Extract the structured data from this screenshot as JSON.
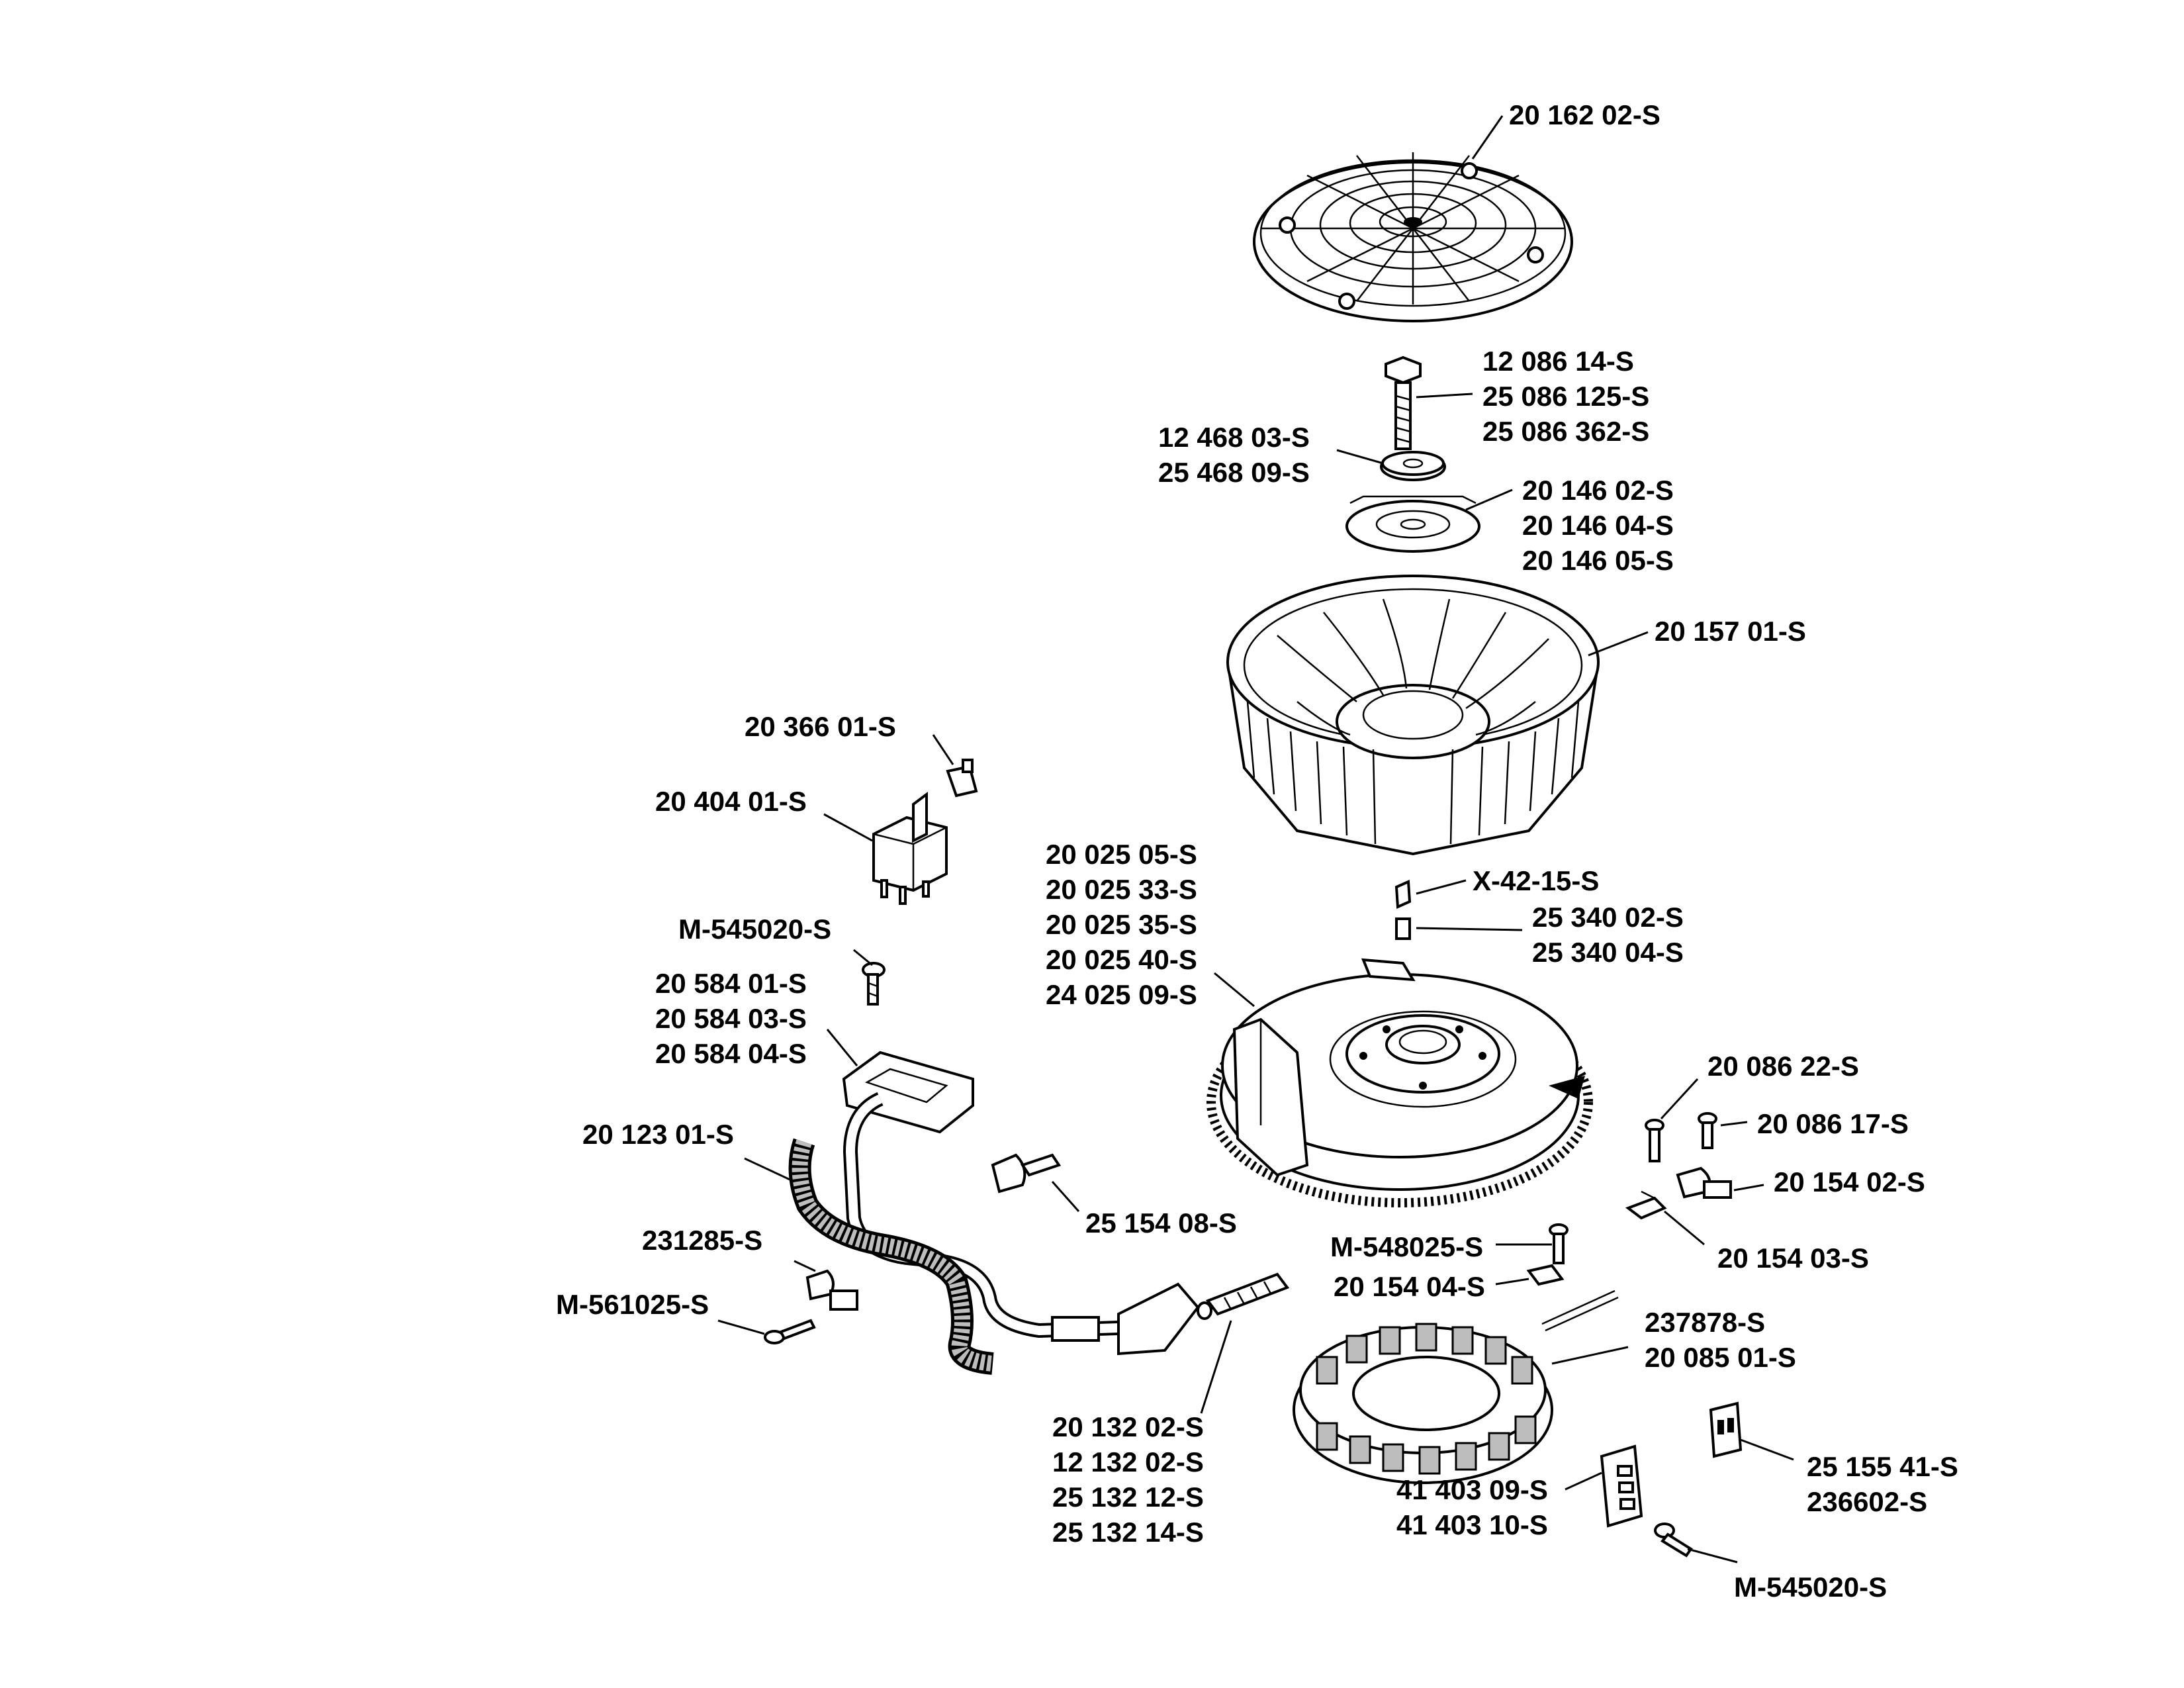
{
  "callouts": {
    "c01": [
      "20 162 02-S"
    ],
    "c02": [
      "12 086 14-S",
      "25 086 125-S",
      "25 086 362-S"
    ],
    "c03": [
      "12 468 03-S",
      "25 468 09-S"
    ],
    "c04": [
      "20 146 02-S",
      "20 146 04-S",
      "20 146 05-S"
    ],
    "c05": [
      "20 157 01-S"
    ],
    "c06": [
      "20 366 01-S"
    ],
    "c07": [
      "20 404 01-S"
    ],
    "c08": [
      "20 025 05-S",
      "20 025 33-S",
      "20 025 35-S",
      "20 025 40-S",
      "24 025 09-S"
    ],
    "c09": [
      "X-42-15-S"
    ],
    "c10": [
      "25 340 02-S",
      "25 340 04-S"
    ],
    "c11": [
      "M-545020-S"
    ],
    "c12": [
      "20 584 01-S",
      "20 584 03-S",
      "20 584 04-S"
    ],
    "c13": [
      "20 086 22-S"
    ],
    "c14": [
      "20 086 17-S"
    ],
    "c15": [
      "20 154 02-S"
    ],
    "c16": [
      "20 123 01-S"
    ],
    "c17": [
      "25 154 08-S"
    ],
    "c18": [
      "20 154 03-S"
    ],
    "c19": [
      "M-548025-S"
    ],
    "c20": [
      "231285-S"
    ],
    "c21": [
      "20 154 04-S"
    ],
    "c22": [
      "M-561025-S"
    ],
    "c23": [
      "237878-S",
      "20 085 01-S"
    ],
    "c24": [
      "20 132 02-S",
      "12 132 02-S",
      "25 132 12-S",
      "25 132 14-S"
    ],
    "c25": [
      "25 155 41-S",
      "236602-S"
    ],
    "c26": [
      "41 403 09-S",
      "41 403 10-S"
    ],
    "c27": [
      "M-545020-S"
    ]
  },
  "icons": [
    "flywheel-screen",
    "flywheel-bolt",
    "washer",
    "retainer-plate",
    "fan",
    "flywheel",
    "flywheel-key",
    "relay",
    "ignition-coil",
    "spark-plug",
    "spark-plug-lead",
    "stator",
    "rectifier",
    "clip",
    "screw"
  ]
}
